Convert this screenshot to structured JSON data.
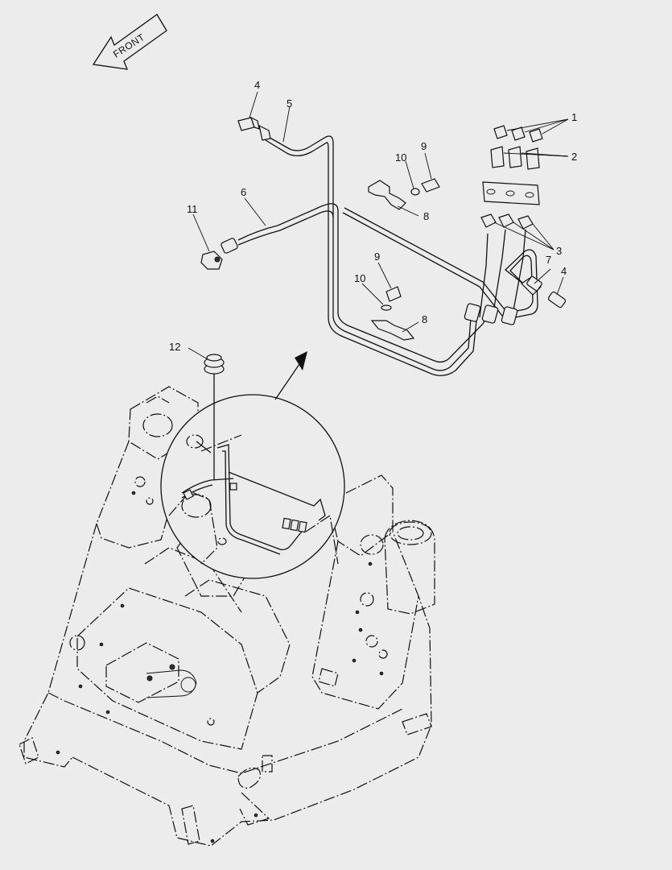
{
  "direction": {
    "label": "FRONT"
  },
  "callouts": [
    {
      "id": "c1",
      "text": "1"
    },
    {
      "id": "c2",
      "text": "2"
    },
    {
      "id": "c3",
      "text": "3"
    },
    {
      "id": "c4a",
      "text": "4"
    },
    {
      "id": "c4b",
      "text": "4"
    },
    {
      "id": "c5",
      "text": "5"
    },
    {
      "id": "c6",
      "text": "6"
    },
    {
      "id": "c7",
      "text": "7"
    },
    {
      "id": "c8a",
      "text": "8"
    },
    {
      "id": "c8b",
      "text": "8"
    },
    {
      "id": "c9a",
      "text": "9"
    },
    {
      "id": "c9b",
      "text": "9"
    },
    {
      "id": "c10a",
      "text": "10"
    },
    {
      "id": "c10b",
      "text": "10"
    },
    {
      "id": "c11",
      "text": "11"
    },
    {
      "id": "c12",
      "text": "12"
    }
  ]
}
